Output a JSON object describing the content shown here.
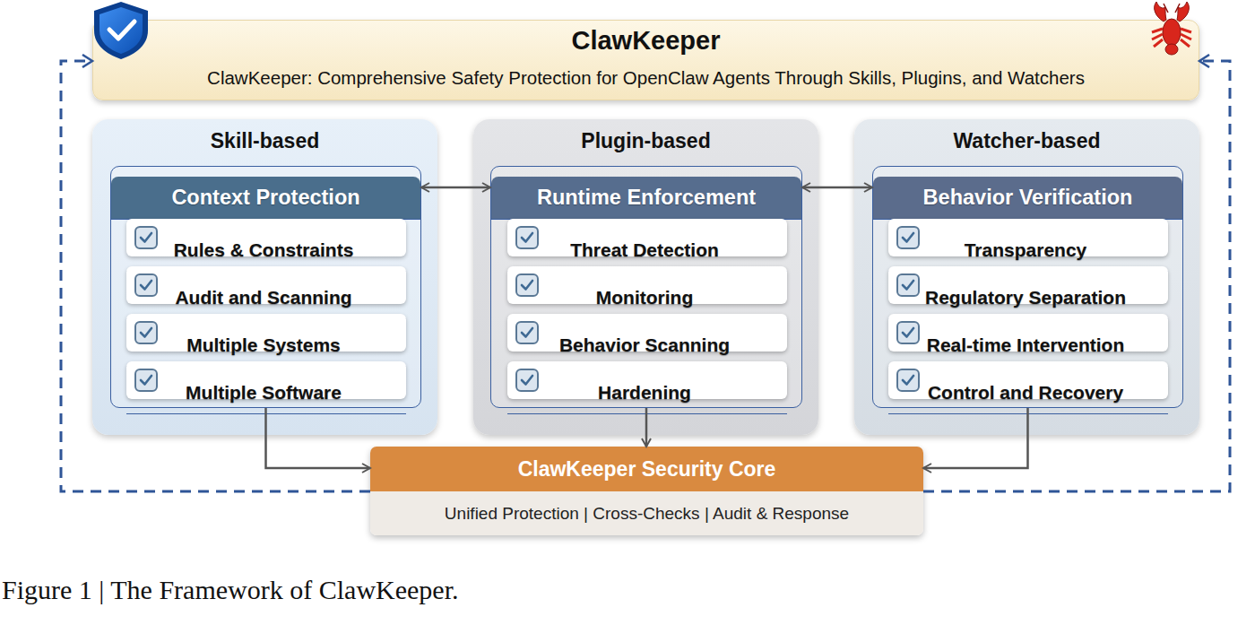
{
  "diagram": {
    "caption": "Figure 1 | The Framework of ClawKeeper.",
    "nodes": [
      {
        "text": [
          "ClawKeeper",
          "ClawKeeper: Comprehensive Safety Protection for OpenClaw Agents Through Skills, Plugins, and Watchers"
        ]
      },
      {
        "text": [
          "Skill-based"
        ]
      },
      {
        "text": [
          "Context Protection"
        ],
        "in": 1
      },
      {
        "text": [
          "Rules & Constraints"
        ],
        "in": 2
      },
      {
        "text": [
          "Audit and Scanning"
        ],
        "in": 2
      },
      {
        "text": [
          "Multiple Systems"
        ],
        "in": 2
      },
      {
        "text": [
          "Multiple Software"
        ],
        "in": 2
      },
      {
        "text": [
          "Plugin-based"
        ]
      },
      {
        "text": [
          "Runtime Enforcement"
        ],
        "in": 7
      },
      {
        "text": [
          "Threat Detection"
        ],
        "in": 8
      },
      {
        "text": [
          "Monitoring"
        ],
        "in": 8
      },
      {
        "text": [
          "Behavior Scanning"
        ],
        "in": 8
      },
      {
        "text": [
          "Hardening"
        ],
        "in": 8
      },
      {
        "text": [
          "Watcher-based"
        ]
      },
      {
        "text": [
          "Behavior Verification"
        ],
        "in": 13
      },
      {
        "text": [
          "Transparency"
        ],
        "in": 14
      },
      {
        "text": [
          "Regulatory Separation"
        ],
        "in": 14
      },
      {
        "text": [
          "Real-time Intervention"
        ],
        "in": 14
      },
      {
        "text": [
          "Control and Recovery"
        ],
        "in": 14
      },
      {
        "text": [
          "ClawKeeper Security Core",
          "Unified Protection | Cross-Checks | Audit & Response"
        ]
      }
    ],
    "edges": [
      {
        "from": 2,
        "to": 8,
        "arrow": "both"
      },
      {
        "from": 8,
        "to": 14,
        "arrow": "both"
      },
      {
        "from": 2,
        "to": 19,
        "arrow": "to"
      },
      {
        "from": 8,
        "to": 19,
        "arrow": "to"
      },
      {
        "from": 14,
        "to": 19,
        "arrow": "to"
      },
      {
        "from": 19,
        "to": 0,
        "arrow": "to"
      },
      {
        "from": 19,
        "to": 0,
        "arrow": "to"
      }
    ]
  }
}
